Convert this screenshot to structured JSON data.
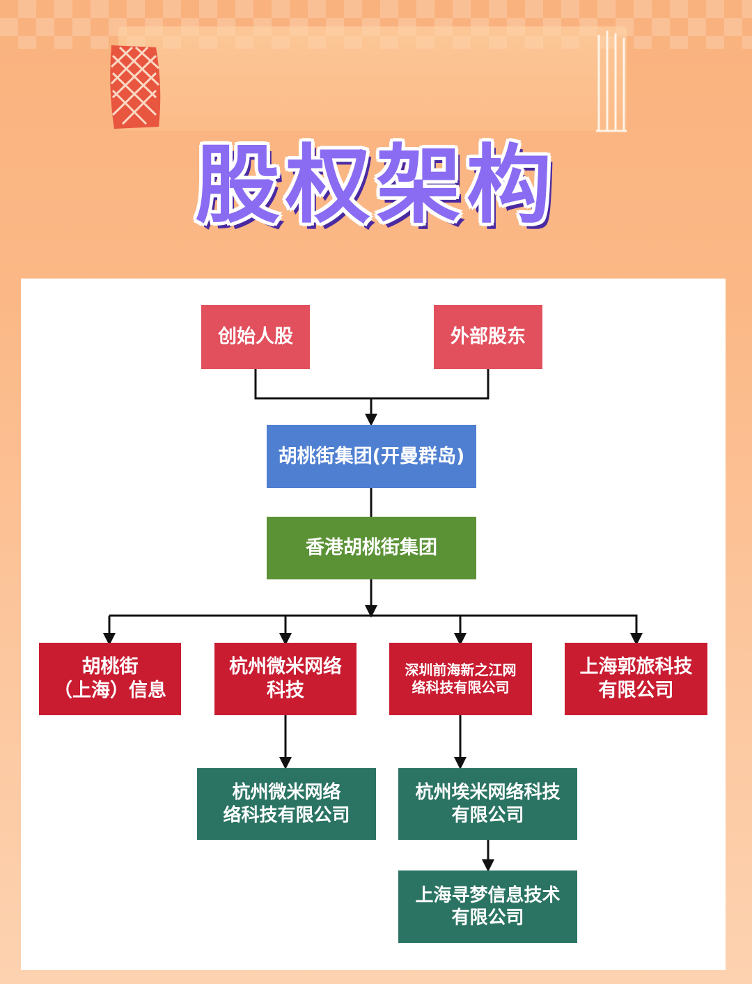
{
  "title": "股权架构",
  "nodes": {
    "founder": "创始人股",
    "external": "外部股东",
    "cayman": "胡桃街集团(开曼群岛)",
    "hongkong": "香港胡桃街集团",
    "sub1": "胡桃街\n（上海）信息",
    "sub2": "杭州微米网络\n科技",
    "sub3": "深圳前海新之江网\n络科技有限公司",
    "sub4": "上海郭旅科技\n有限公司",
    "sub2_child": "杭州微米网络\n络科技有限公司",
    "sub3_child": "杭州埃米网络科技\n有限公司",
    "sub3_grandchild": "上海寻梦信息技术\n有限公司"
  },
  "colors": {
    "shareholder": "#e2505e",
    "cayman": "#4f7fd1",
    "hongkong": "#5b9236",
    "subsidiary": "#c91c31",
    "second_tier": "#2b7463",
    "title_fill": "#8a6cf2"
  }
}
